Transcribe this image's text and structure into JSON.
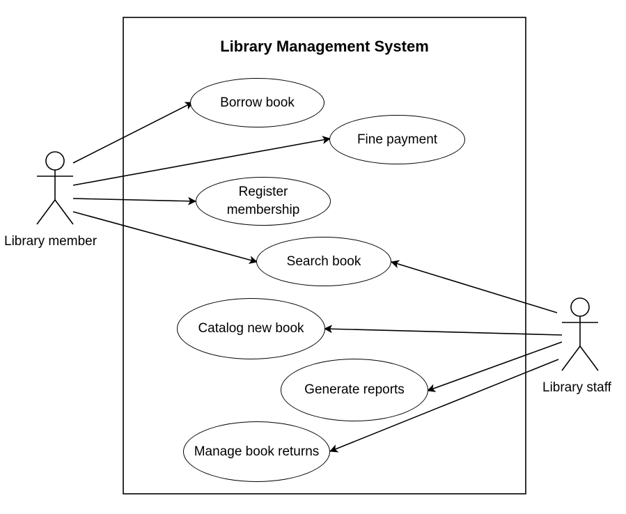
{
  "system": {
    "title": "Library Management System"
  },
  "actors": {
    "member": {
      "label": "Library member"
    },
    "staff": {
      "label": "Library staff"
    }
  },
  "use_cases": {
    "borrow": "Borrow book",
    "fine": "Fine payment",
    "register": "Register\nmembership",
    "search": "Search book",
    "catalog": "Catalog new book",
    "reports": "Generate reports",
    "returns": "Manage book returns"
  },
  "colors": {
    "stroke": "#000000",
    "background": "#ffffff"
  }
}
